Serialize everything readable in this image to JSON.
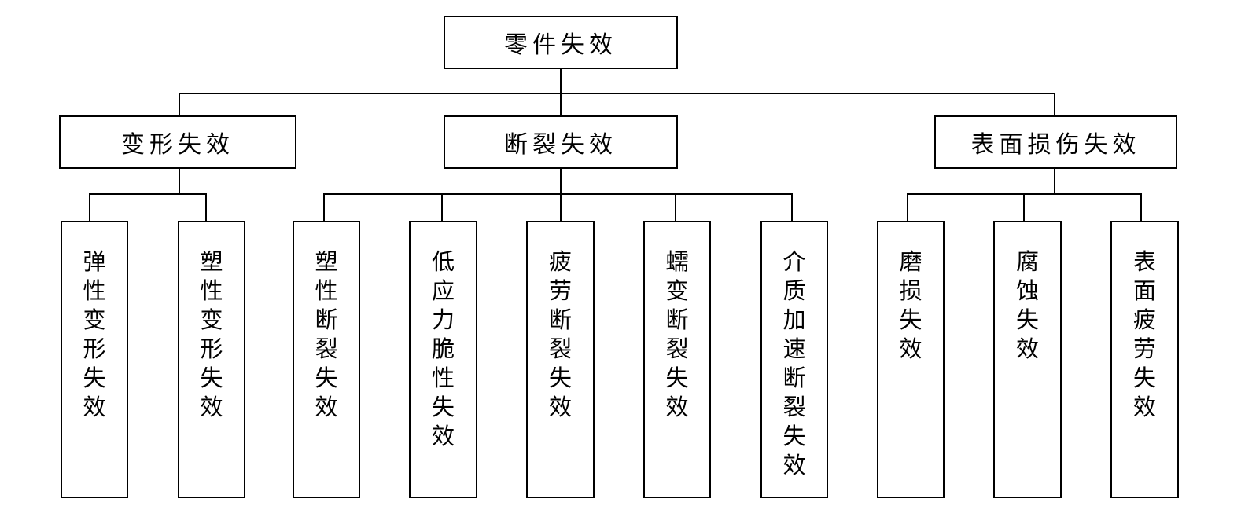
{
  "root": {
    "label": "零件失效"
  },
  "categories": [
    {
      "label": "变形失效",
      "children": [
        {
          "label": "弹性变形失效"
        },
        {
          "label": "塑性变形失效"
        }
      ]
    },
    {
      "label": "断裂失效",
      "children": [
        {
          "label": "塑性断裂失效"
        },
        {
          "label": "低应力脆性失效"
        },
        {
          "label": "疲劳断裂失效"
        },
        {
          "label": "蠕变断裂失效"
        },
        {
          "label": "介质加速断裂失效"
        }
      ]
    },
    {
      "label": "表面损伤失效",
      "children": [
        {
          "label": "磨损失效"
        },
        {
          "label": "腐蚀失效"
        },
        {
          "label": "表面疲劳失效"
        }
      ]
    }
  ]
}
